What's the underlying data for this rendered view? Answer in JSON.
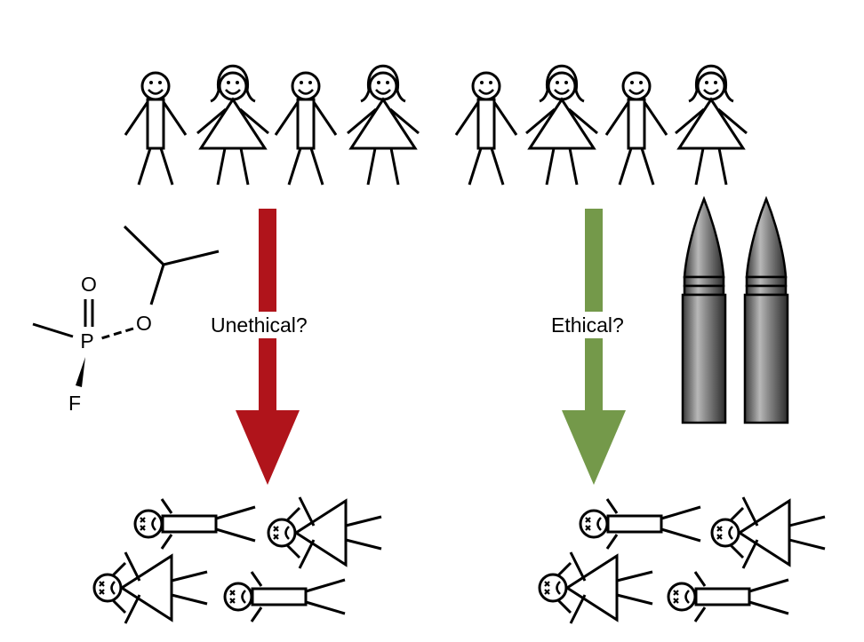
{
  "left_branch": {
    "label": "Unethical?",
    "arrow_color": "#b0141b"
  },
  "right_branch": {
    "label": "Ethical?",
    "arrow_color": "#74994a"
  },
  "molecule": {
    "atom_o_double": "O",
    "atom_o_single": "O",
    "atom_p": "P",
    "atom_f": "F"
  },
  "icons": {
    "living_people": "standing-stick-figures",
    "dead_people": "fallen-stick-figures",
    "weapon_left": "sarin-molecule",
    "weapon_right": "bullets"
  }
}
